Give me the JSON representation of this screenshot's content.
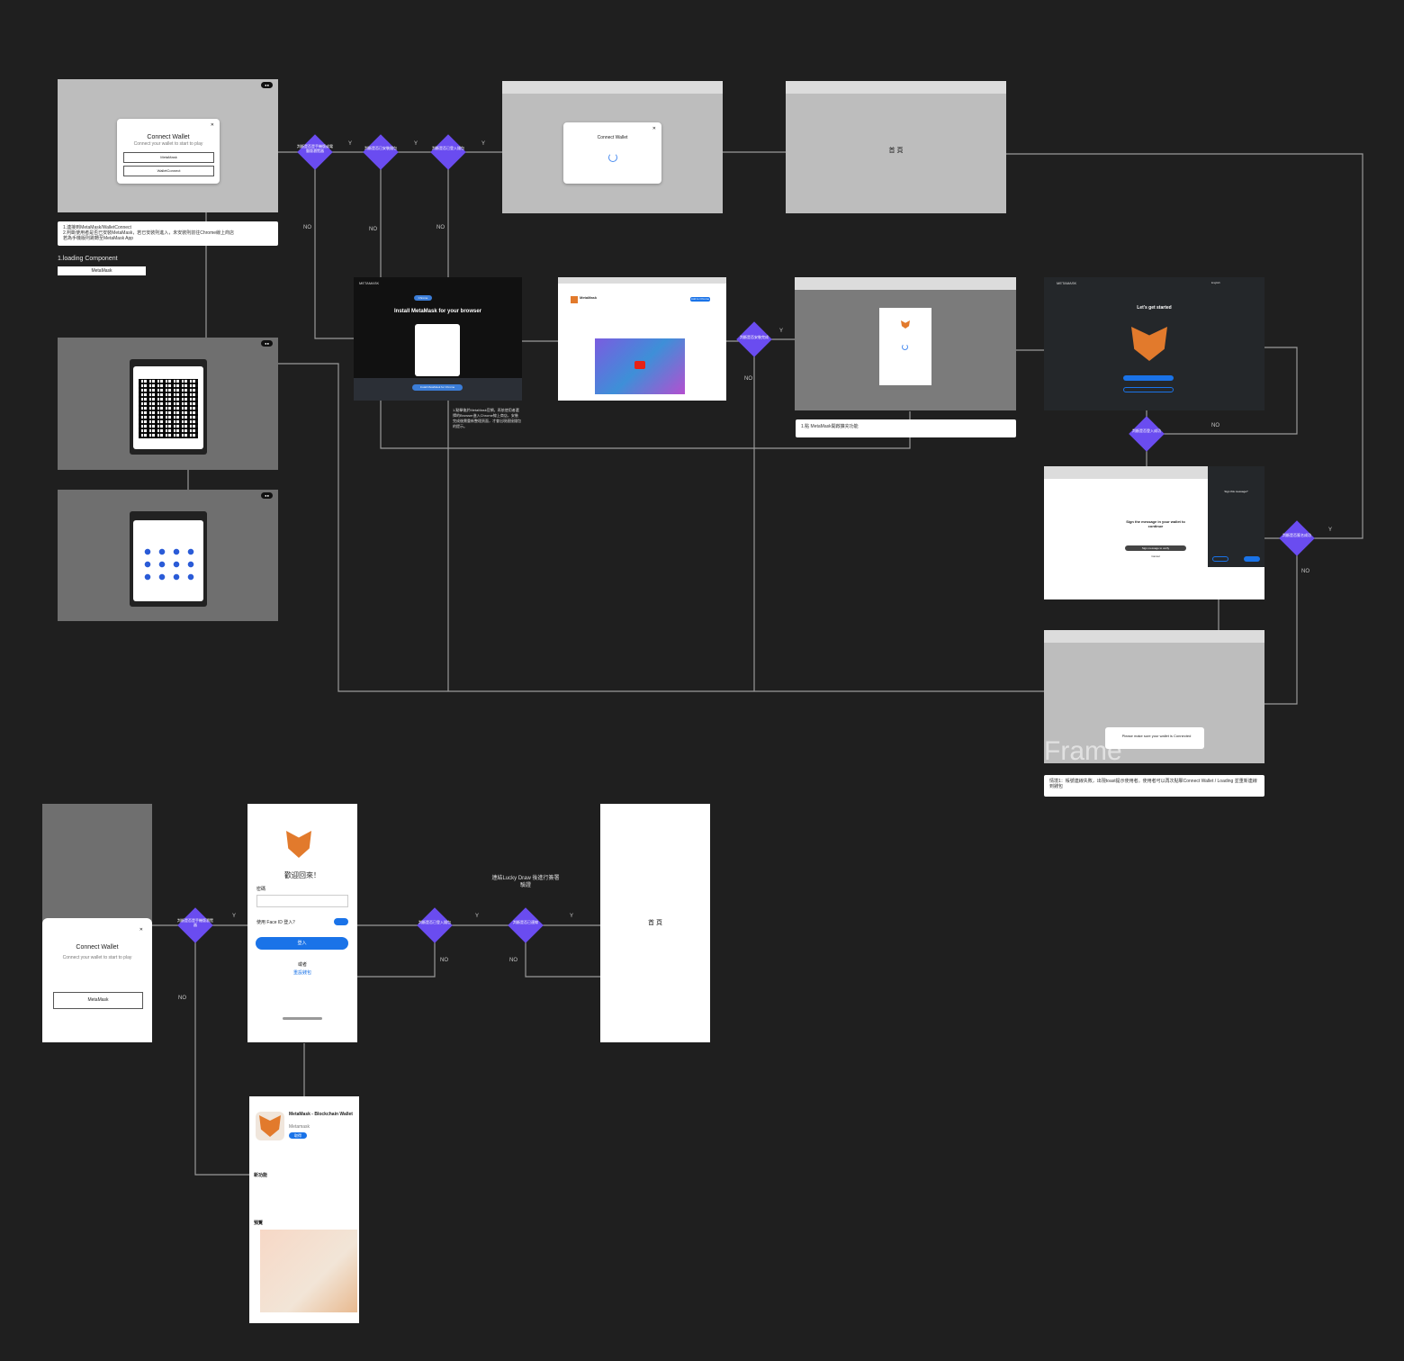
{
  "frames": {
    "connect_modal_top": {
      "title": "Connect Wallet",
      "subtitle": "Connect your wallet to start to play",
      "option1": "MetaMask",
      "option2": "WalletConnect"
    },
    "loading_modal": {
      "title": "Connect Wallet"
    },
    "home_top": {
      "label": "首 頁"
    },
    "metamask_site": {
      "brand": "METAMASK",
      "headline": "Install MetaMask for your browser",
      "install_button": "Install MetaMask for Chrome",
      "tab_chrome": "Chrome"
    },
    "chrome_store": {
      "title": "MetaMask",
      "add_button": "Add to Chrome"
    },
    "get_started": {
      "brand": "METAMASK",
      "title": "Let's get started",
      "language": "English"
    },
    "signature": {
      "title": "Sign the message in your wallet to continue",
      "button": "Sign message to verify",
      "cancel": "Cancel",
      "side_title": "Sign this message?"
    },
    "frame_bottom": {
      "watermark": "Frame",
      "toast": "Please make sure your wallet is Connected"
    },
    "mobile_connect": {
      "title": "Connect Wallet",
      "subtitle": "Connect your wallet to start to play",
      "button": "MetaMask"
    },
    "mobile_welcome": {
      "title": "歡迎回來！",
      "field_label": "密碼",
      "toggle_label": "使用 Face ID 登入？",
      "button": "登入",
      "link_or": "或者",
      "link": "重設錢包"
    },
    "mobile_home": {
      "label": "首 頁"
    },
    "app_store": {
      "title": "MetaMask - Blockchain Wallet",
      "subtitle": "Metamask",
      "get": "取得",
      "section": "新功能",
      "section2": "預覽"
    }
  },
  "notes": {
    "note_connect": [
      "1.連接到MetaMask/WalletConnect",
      "2.判斷使用者是否已安裝MetaMask，若已安裝則進入，未安裝則前往Chrome線上商店",
      "若為手機版則跳轉至MetaMask App"
    ],
    "loading_component": "1.loading Component",
    "loading_pill": "MetaMask",
    "note_install": "1.點擊後於MetaMask官網，再依使用者選擇的Browser進入Chrome線上商店，安裝完成後需重新整理頁面，才會出現連接錢包的提示。",
    "note_metamask_open": "1.點 MetaMask開啟擴充功能",
    "note_frame": "情境1：帳號連線失敗，出現toast提示使用者。使用者可以再次點擊Connect Wallet / Loading 並重新連線到錢包"
  },
  "decisions": {
    "d1": "判斷是否是手機版或電腦版瀏覽器",
    "d2": "判斷是否已安裝錢包",
    "d3": "判斷是否已登入錢包",
    "d4": "判斷是否安裝完成",
    "d5": "判斷是否登入成功",
    "d6": "判斷是否簽名成功",
    "m1": "判斷是否是手機版瀏覽器",
    "m2": "判斷是否已登入錢包",
    "m3": "判斷是否已連線"
  },
  "edge_labels": {
    "yes": "Y",
    "no": "NO",
    "mobile_caption": "連結Lucky Draw 後進行簽署驗證"
  }
}
